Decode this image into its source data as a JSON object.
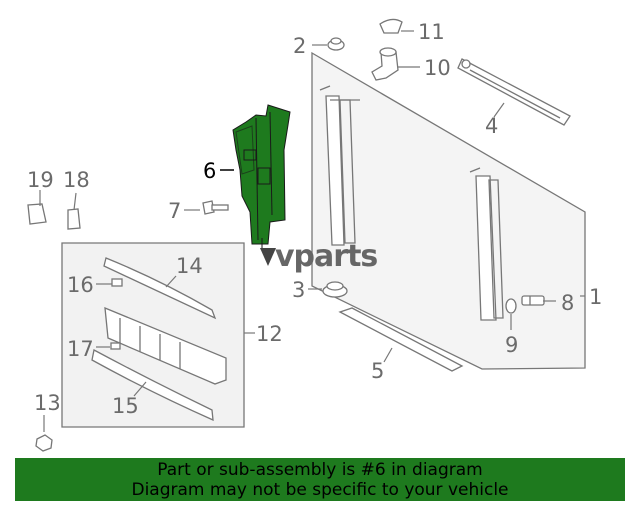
{
  "diagram": {
    "highlight_part": "6",
    "highlight_color": "#1e7a1e",
    "line_color": "#777777",
    "callouts": {
      "c1": "1",
      "c2": "2",
      "c3": "3",
      "c4": "4",
      "c5": "5",
      "c6": "6",
      "c7": "7",
      "c8": "8",
      "c9": "9",
      "c10": "10",
      "c11": "11",
      "c12": "12",
      "c13": "13",
      "c14": "14",
      "c15": "15",
      "c16": "16",
      "c17": "17",
      "c18": "18",
      "c19": "19"
    },
    "watermark": "vparts"
  },
  "banner": {
    "background": "#1e7a1e",
    "line1": "Part or sub-assembly is #6 in diagram",
    "line2": "Diagram may not be specific to your vehicle"
  }
}
